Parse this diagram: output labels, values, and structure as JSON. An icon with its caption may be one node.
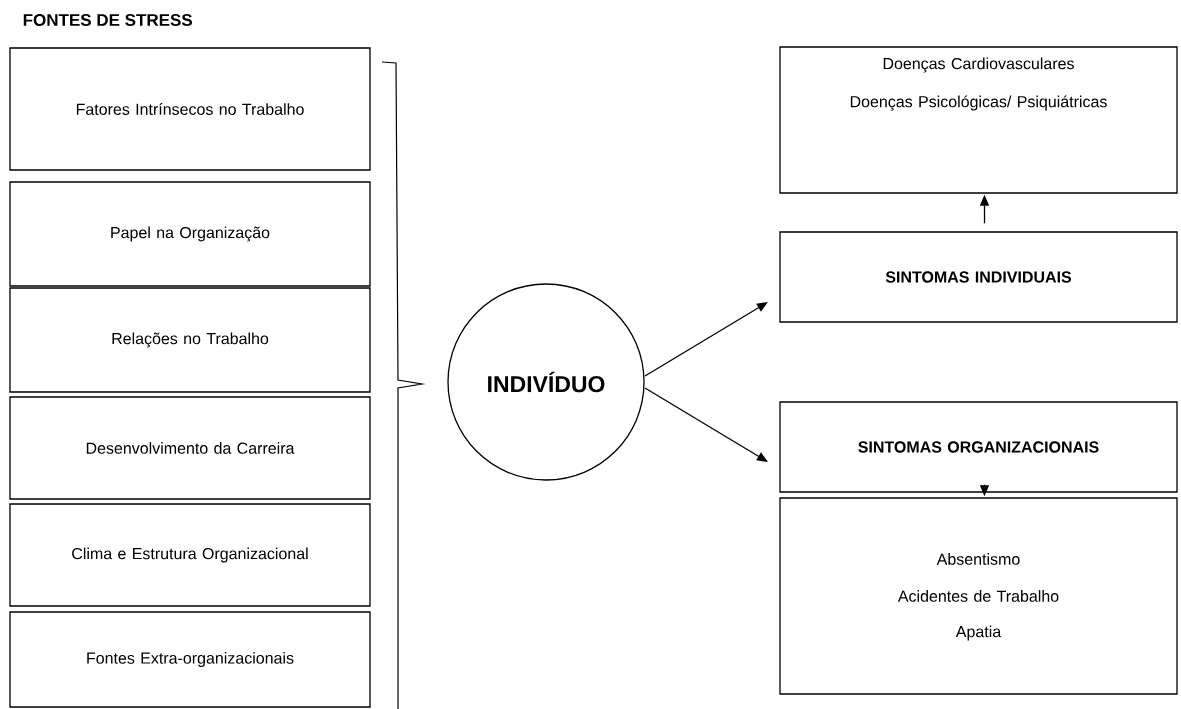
{
  "diagram": {
    "title": "FONTES DE STRESS",
    "nodes": [
      {
        "text": [
          "Fatores Intrínsecos no Trabalho"
        ]
      },
      {
        "text": [
          "Papel na Organização"
        ]
      },
      {
        "text": [
          "Relações no Trabalho"
        ]
      },
      {
        "text": [
          "Desenvolvimento da Carreira"
        ]
      },
      {
        "text": [
          "Clima e Estrutura Organizacional"
        ]
      },
      {
        "text": [
          "Fontes Extra-organizacionais"
        ]
      },
      {
        "text": [
          "INDIVÍDUO"
        ]
      },
      {
        "text": [
          "Doenças Cardiovasculares",
          "Doenças Psicológicas/ Psiquiátricas"
        ]
      },
      {
        "text": [
          "SINTOMAS INDIVIDUAIS"
        ]
      },
      {
        "text": [
          "SINTOMAS ORGANIZACIONAIS"
        ]
      },
      {
        "text": [
          "Absentismo",
          "Acidentes de Trabalho",
          "Apatia"
        ]
      }
    ],
    "edges": [
      {
        "from": 6,
        "to": 8,
        "arrow": "to"
      },
      {
        "from": 6,
        "to": 9,
        "arrow": "to"
      },
      {
        "from": 8,
        "to": 7,
        "arrow": "to"
      },
      {
        "from": 9,
        "to": 10,
        "arrow": "to"
      }
    ]
  }
}
